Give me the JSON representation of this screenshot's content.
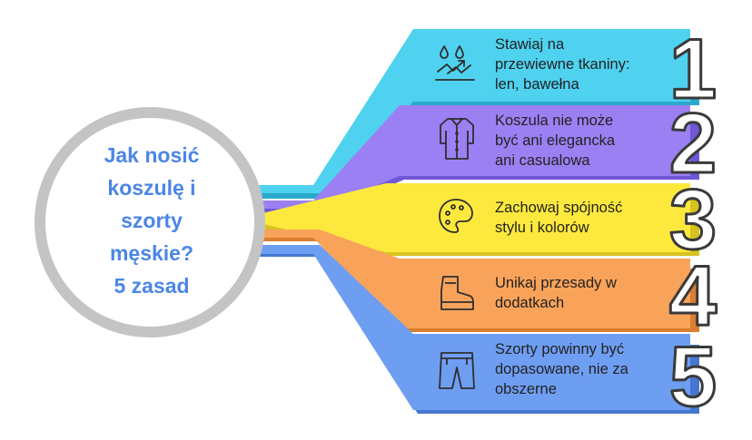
{
  "title": "Jak nosić\nkoszulę i\nszorty\nmęskie?\n5 zasad",
  "items": [
    {
      "number": "1",
      "text": "Stawiaj na\nprzewiewne tkaniny:\nlen, bawełna",
      "icon": "water-drops-icon",
      "color": "#4fd2ef"
    },
    {
      "number": "2",
      "text": "Koszula nie może\nbyć ani elegancka\nani casualowa",
      "icon": "shirt-icon",
      "color": "#9b80f3"
    },
    {
      "number": "3",
      "text": "Zachowaj spójność\nstylu i kolorów",
      "icon": "palette-icon",
      "color": "#fde93d"
    },
    {
      "number": "4",
      "text": "Unikaj przesady w\ndodatkach",
      "icon": "boot-icon",
      "color": "#f9a35a"
    },
    {
      "number": "5",
      "text": "Szorty powinny być\ndopasowane, nie za\nobszerne",
      "icon": "shorts-icon",
      "color": "#6e9ef2"
    }
  ],
  "colors": {
    "title": "#4b86e6",
    "ring": "#c4c4c4",
    "outline": "#3a3a3a",
    "number_fill": "#ffffff"
  }
}
